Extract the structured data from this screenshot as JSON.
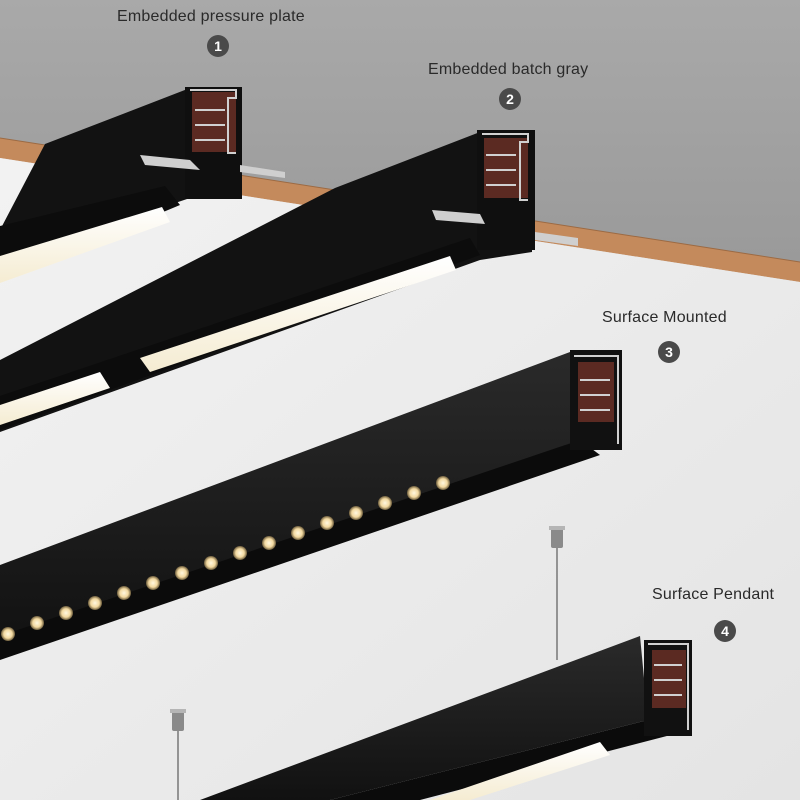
{
  "labels": [
    {
      "text": "Embedded pressure plate",
      "number": "1"
    },
    {
      "text": "Embedded batch gray",
      "number": "2"
    },
    {
      "text": "Surface Mounted",
      "number": "3"
    },
    {
      "text": "Surface Pendant",
      "number": "4"
    }
  ],
  "colors": {
    "ceiling_top": "#a4a4a4",
    "ceiling_face": "#ebebeb",
    "wood_edge": "#c48a5c",
    "fixture_body": "#1b1b1b",
    "diffuser": "#fffdf5",
    "badge": "#4a4a4a"
  }
}
